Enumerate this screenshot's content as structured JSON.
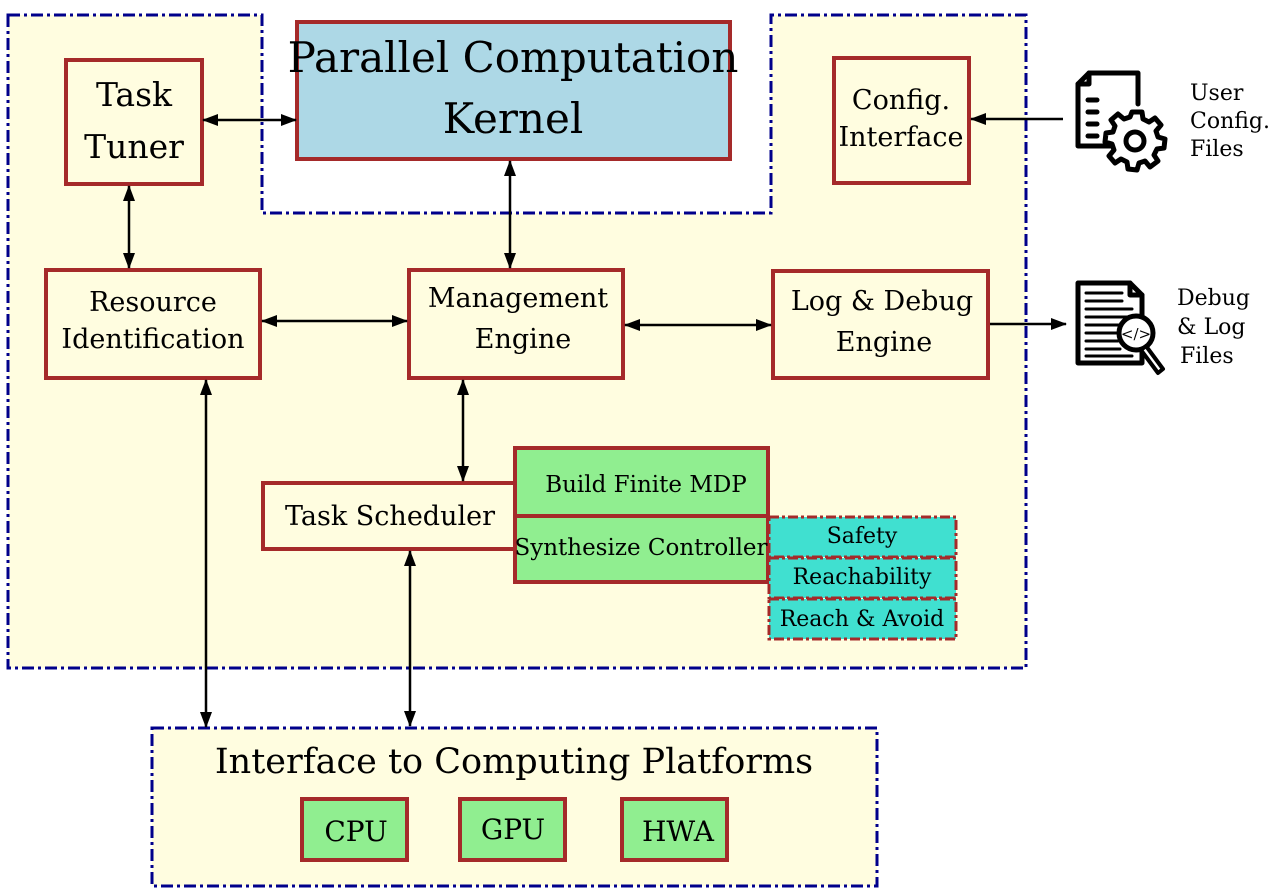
{
  "diagram": {
    "regions": {
      "main_framework": "",
      "platforms_interface": "Interface to Computing Platforms"
    },
    "blocks": {
      "kernel": [
        "Parallel Computation",
        "Kernel"
      ],
      "task_tuner": [
        "Task",
        "Tuner"
      ],
      "config_interface": [
        "Config.",
        "Interface"
      ],
      "resource_identification": [
        "Resource",
        "Identification"
      ],
      "management_engine": [
        "Management",
        "Engine"
      ],
      "log_debug_engine": [
        "Log & Debug",
        "Engine"
      ],
      "task_scheduler": "Task Scheduler",
      "build_mdp": "Build Finite MDP",
      "synthesize_controller": "Synthesize Controller",
      "specs": [
        "Safety",
        "Reachability",
        "Reach & Avoid"
      ],
      "platforms": [
        "CPU",
        "GPU",
        "HWA"
      ]
    },
    "external": {
      "user_config": {
        "icon": "config-file-gear-icon",
        "label": [
          "User",
          "Config.",
          "Files"
        ]
      },
      "debug_log": {
        "icon": "log-file-magnifier-icon",
        "label": [
          "Debug",
          "& Log",
          "Files"
        ]
      }
    },
    "connections": [
      {
        "from": "Task Tuner",
        "to": "Parallel Computation Kernel",
        "direction": "bidirectional"
      },
      {
        "from": "Task Tuner",
        "to": "Resource Identification",
        "direction": "bidirectional"
      },
      {
        "from": "Parallel Computation Kernel",
        "to": "Management Engine",
        "direction": "bidirectional"
      },
      {
        "from": "User Config. Files",
        "to": "Config. Interface",
        "direction": "forward"
      },
      {
        "from": "Resource Identification",
        "to": "Management Engine",
        "direction": "bidirectional"
      },
      {
        "from": "Management Engine",
        "to": "Log & Debug Engine",
        "direction": "bidirectional"
      },
      {
        "from": "Log & Debug Engine",
        "to": "Debug & Log Files",
        "direction": "forward"
      },
      {
        "from": "Management Engine",
        "to": "Task Scheduler",
        "direction": "bidirectional"
      },
      {
        "from": "Resource Identification",
        "to": "Interface to Computing Platforms",
        "direction": "bidirectional"
      },
      {
        "from": "Task Scheduler",
        "to": "Interface to Computing Platforms",
        "direction": "bidirectional"
      }
    ],
    "colors": {
      "region_fill": "#fffde0",
      "region_border": "#00008b",
      "box_border": "#a52a2a",
      "kernel_fill": "#add8e6",
      "green_fill": "#90ee90",
      "cyan_fill": "#40e0d0"
    }
  }
}
